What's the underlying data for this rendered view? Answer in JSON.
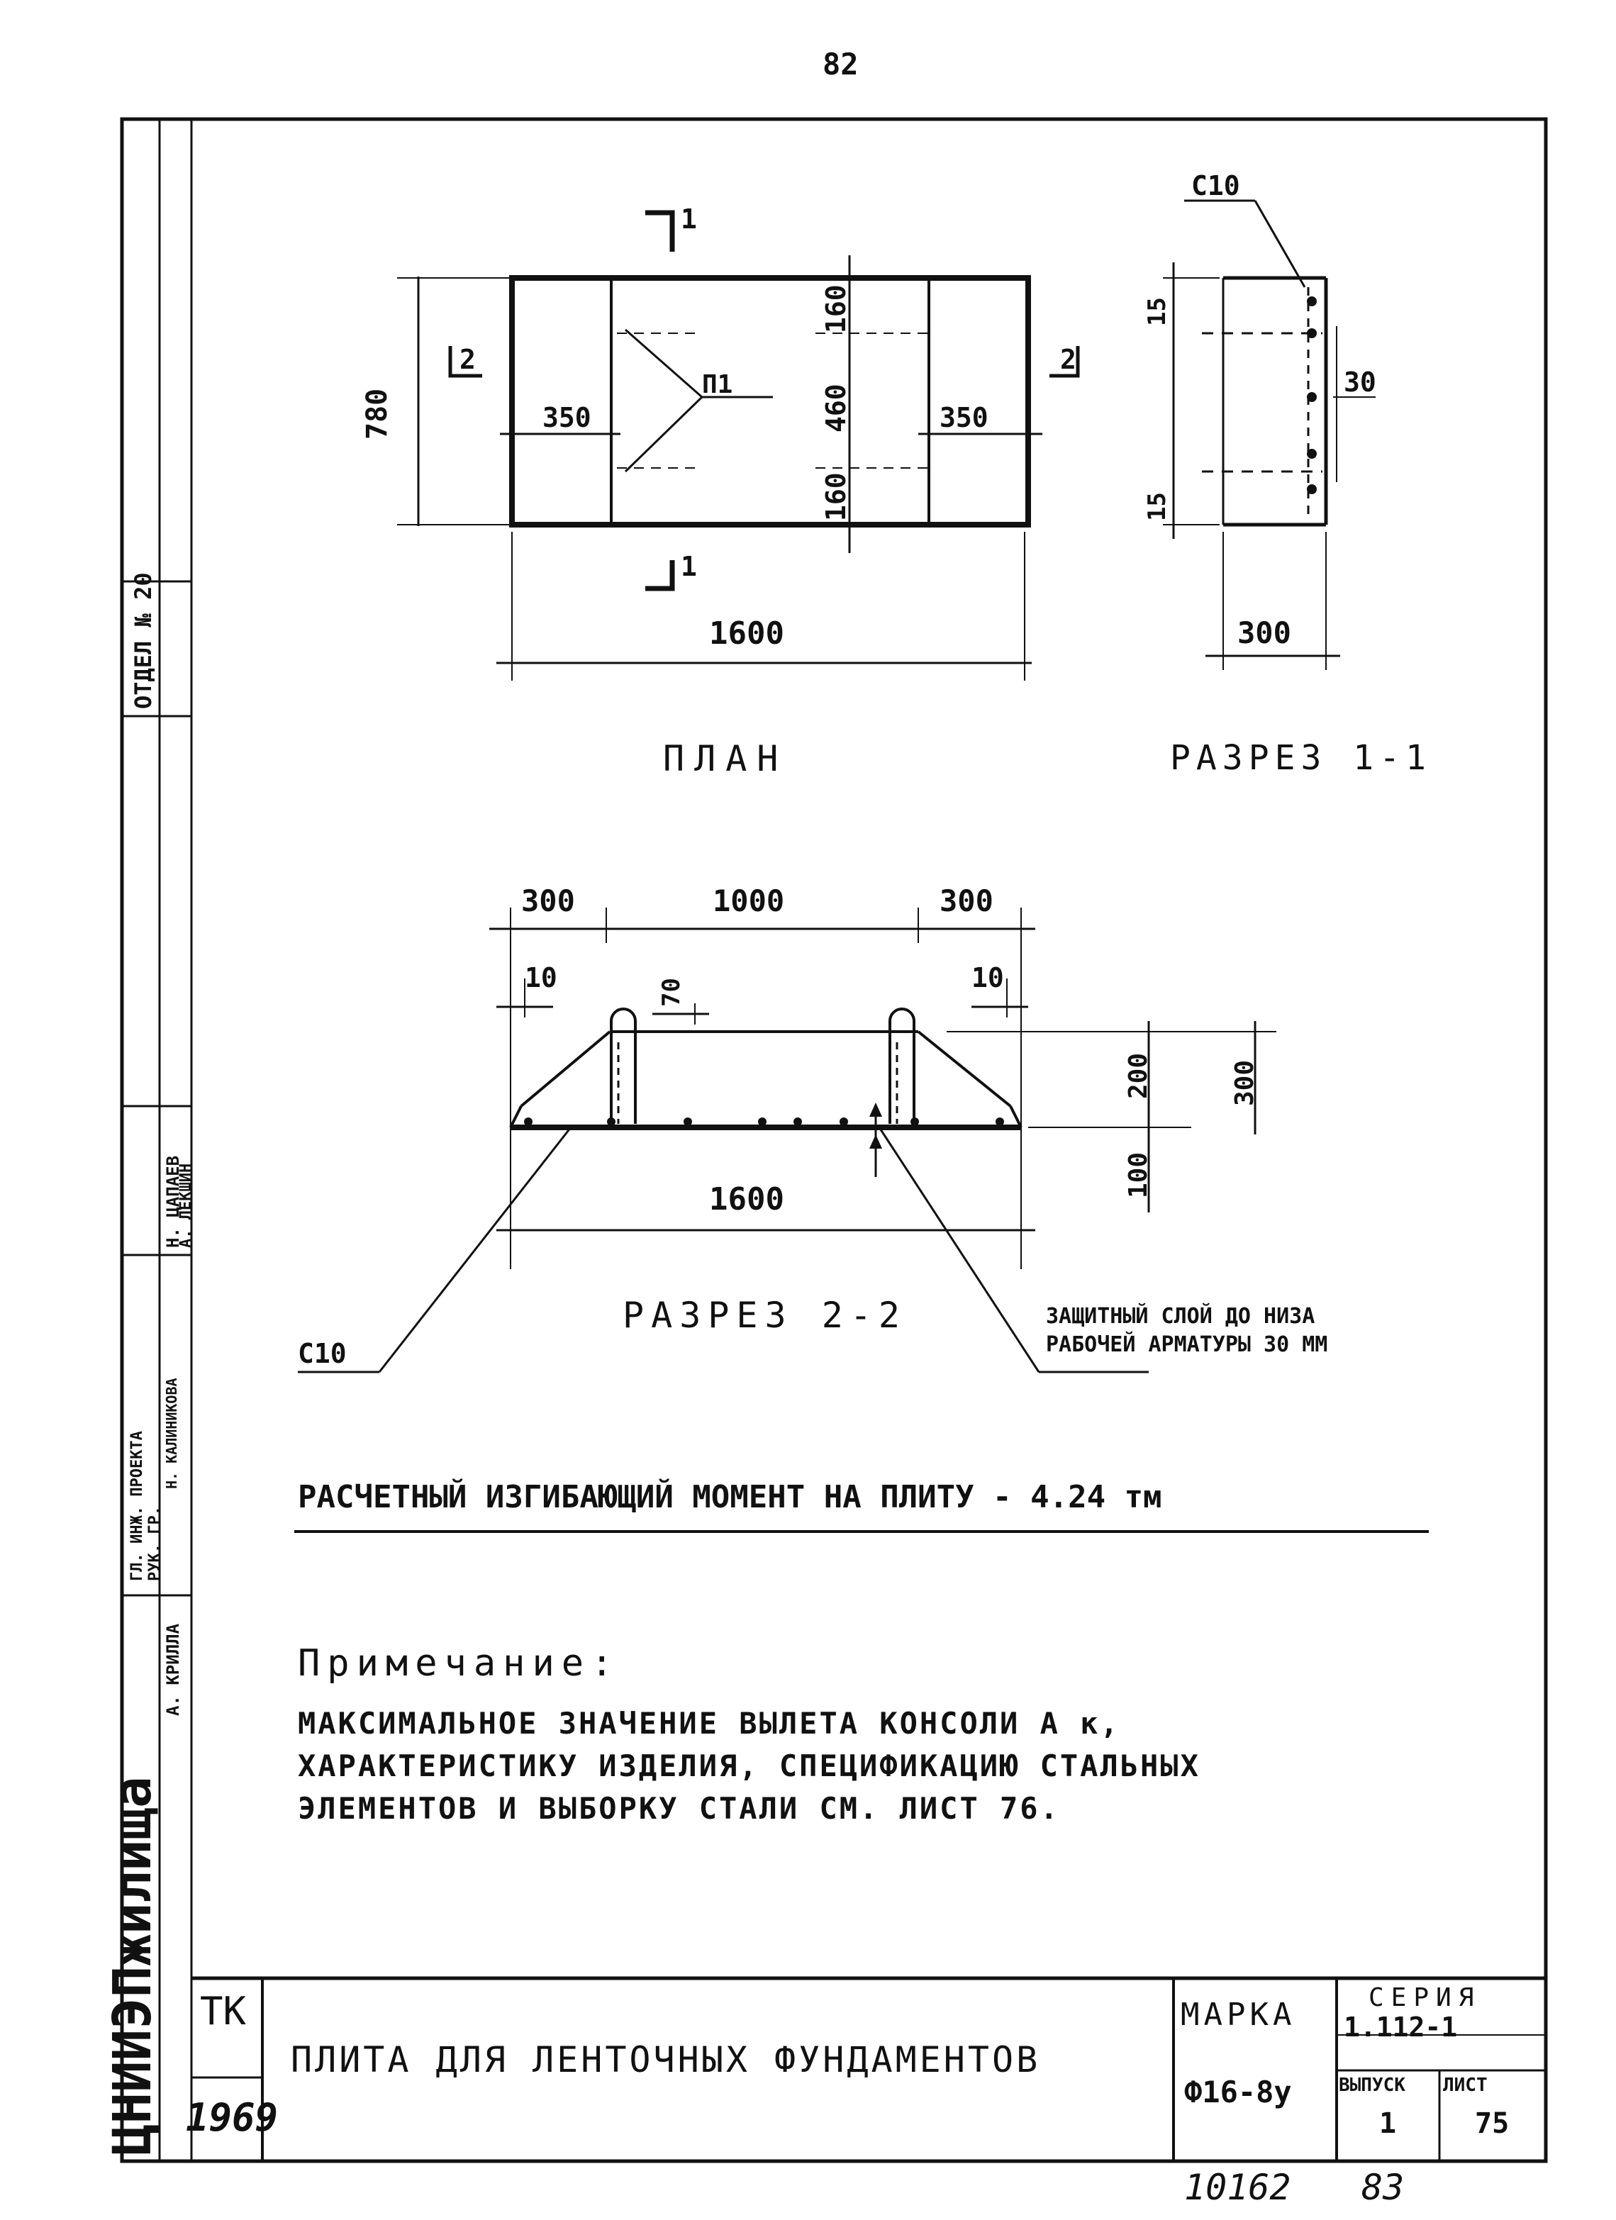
{
  "page_number": "82",
  "plan": {
    "title": "ПЛАН",
    "cut_mark_top": "1",
    "cut_mark_bottom": "1",
    "cut_mark_left": "2",
    "cut_mark_right": "2",
    "dim_height": "780",
    "dim_left": "350",
    "dim_right": "350",
    "dim_top": "160",
    "dim_middle": "460",
    "dim_bottom": "160",
    "dim_length": "1600",
    "loop_label": "П1"
  },
  "section_1_1": {
    "title": "РАЗРЕЗ 1-1",
    "rebar_label": "С10",
    "dim_top": "15",
    "dim_bottom": "15",
    "dim_middle": "30",
    "dim_width": "300"
  },
  "section_2_2": {
    "title": "РАЗРЕЗ 2-2",
    "dim_left": "300",
    "dim_center": "1000",
    "dim_right": "300",
    "dim_edge_left": "10",
    "dim_edge_right": "10",
    "dim_loop": "70",
    "dim_slope": "200",
    "dim_total_height": "300",
    "dim_base": "100",
    "dim_length": "1600",
    "rebar_label": "С10",
    "note_line1": "ЗАЩИТНЫЙ СЛОЙ ДО НИЗА",
    "note_line2": "РАБОЧЕЙ АРМАТУРЫ 30 ММ"
  },
  "moment_text": "РАСЧЕТНЫЙ ИЗГИБАЮЩИЙ МОМЕНТ НА ПЛИТУ - 4.24 тм",
  "note": {
    "heading": "Примечание:",
    "line1": "МАКСИМАЛЬНОЕ ЗНАЧЕНИЕ ВЫЛЕТА КОНСОЛИ А к,",
    "line2": "ХАРАКТЕРИСТИКУ ИЗДЕЛИЯ, СПЕЦИФИКАЦИЮ СТАЛЬНЫХ",
    "line3": "ЭЛЕМЕНТОВ И ВЫБОРКУ СТАЛИ  СМ. ЛИСТ 76."
  },
  "title_block": {
    "tk": "ТК",
    "year": "1969",
    "title": "ПЛИТА ДЛЯ ЛЕНТОЧНЫХ ФУНДАМЕНТОВ",
    "mark_label": "МАРКА",
    "mark_value": "Ф16-8у",
    "series_label": "СЕРИЯ",
    "series_value": "1.112-1",
    "issue_label": "ВЫПУСК",
    "issue_value": "1",
    "sheet_label": "ЛИСТ",
    "sheet_value": "75"
  },
  "side_stamp": {
    "institute": "ЦНИИЭПжилища",
    "dept": "ОТДЕЛ № 20",
    "row1": "ГЛ. ИНЖ. ПРОЕКТА",
    "row2": "РУК. ГР.",
    "row3": "А. КРИЛЛА",
    "names": [
      "Н. ЦАПАЕВ",
      "А. ЛЕКШИН",
      "Н. КАЛИНИКОВА"
    ]
  },
  "bottom_numbers": {
    "left": "10162",
    "right": "83"
  }
}
